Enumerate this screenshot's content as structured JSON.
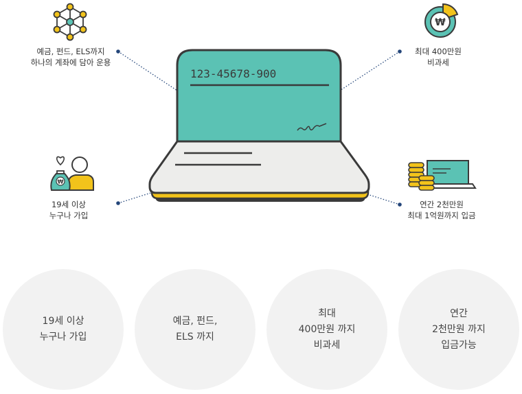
{
  "account_number": "123-45678-900",
  "won_symbol": "₩",
  "features": [
    {
      "id": "deposit",
      "icon": "network-icon",
      "lines": [
        "예금, 펀드, ELS까지",
        "하나의 계좌에 담아 운용"
      ]
    },
    {
      "id": "taxfree",
      "icon": "won-donut-chart-icon",
      "lines": [
        "최대 400만원",
        "비과세"
      ]
    },
    {
      "id": "age",
      "icon": "person-moneybag-icon",
      "lines": [
        "19세 이상",
        "누구나 가입"
      ]
    },
    {
      "id": "limit",
      "icon": "coins-laptop-icon",
      "lines": [
        "연간 2천만원",
        "최대 1억원까지 입금"
      ]
    }
  ],
  "circles": [
    {
      "lines": [
        "19세 이상",
        "누구나 가입"
      ]
    },
    {
      "lines": [
        "예금, 펀드,",
        "ELS 까지"
      ]
    },
    {
      "lines": [
        "최대",
        "400만원 까지",
        "비과세"
      ]
    },
    {
      "lines": [
        "연간",
        "2천만원 까지",
        "입금가능"
      ]
    }
  ],
  "colors": {
    "teal": "#5bc2b4",
    "yellow": "#f2c31b",
    "dark": "#3a3a3a",
    "light_gray": "#ededeb",
    "circle_bg": "#f2f2f2",
    "dotted_line": "#24467a"
  }
}
